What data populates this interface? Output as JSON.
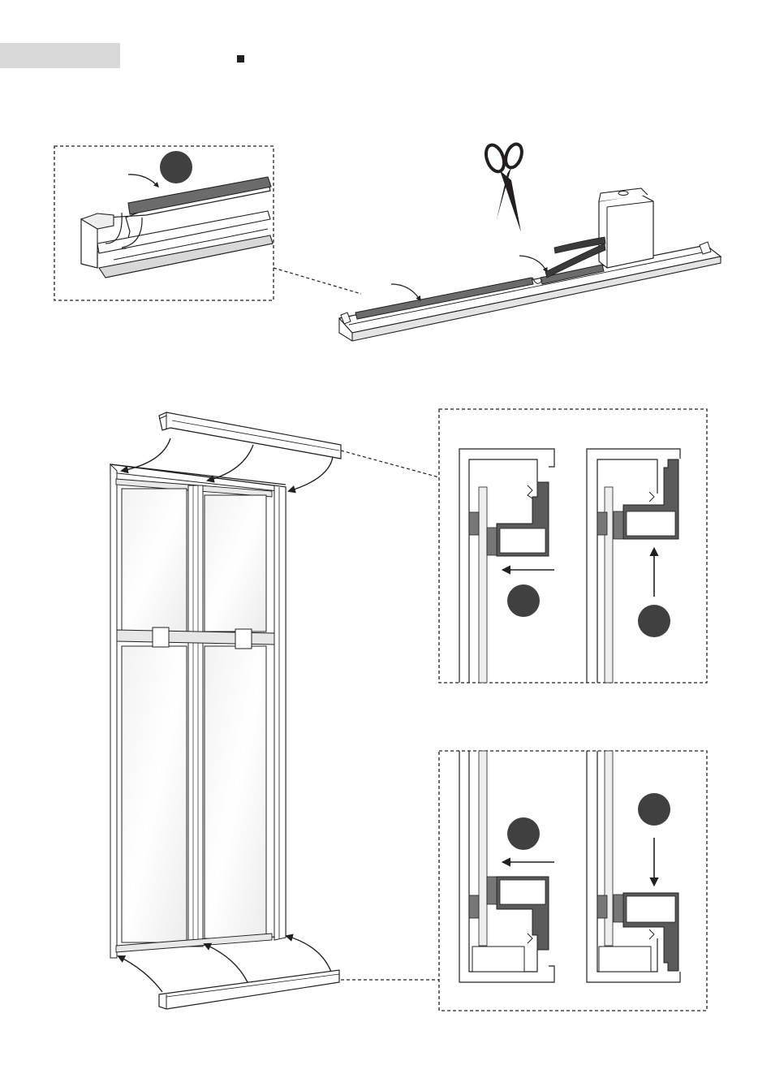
{
  "page": {
    "header_tab": "",
    "colors": {
      "line": "#231f20",
      "badge": "#404040",
      "profile_dark": "#5a5a5a",
      "header_tab": "#d9d9d9",
      "glass": "#eeeeee"
    }
  },
  "steps": [
    {
      "id": "rail-seal-step",
      "items": [
        "scissors-icon",
        "seal-roll-box",
        "track-rail",
        "seal-strip-detail"
      ]
    },
    {
      "id": "frame-rails-step",
      "items": [
        "top-rail",
        "bottom-rail",
        "door-frame",
        "top-section-details",
        "bottom-section-details"
      ]
    }
  ]
}
